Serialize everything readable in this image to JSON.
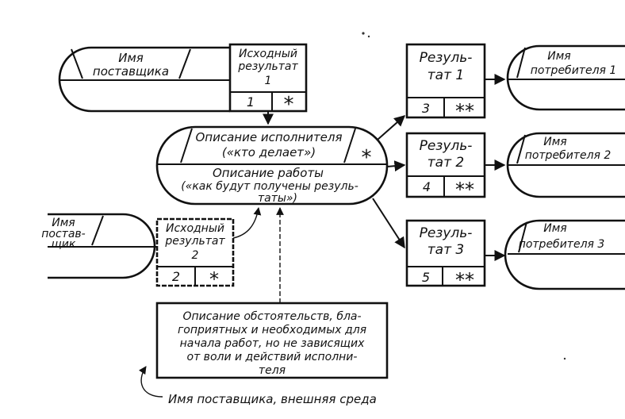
{
  "supplier_1": {
    "line1": "Имя",
    "line2": "поставщика"
  },
  "supplier_2": {
    "line1": "Имя",
    "line2": "постав-",
    "line3": "щик"
  },
  "input_1": {
    "line1": "Исходный",
    "line2": "результат",
    "line3": "1",
    "number": "1",
    "mark": "*"
  },
  "input_2": {
    "line1": "Исходный",
    "line2": "результат",
    "line3": "2",
    "number": "2",
    "mark": "*"
  },
  "process": {
    "performer_line1": "Описание исполнителя",
    "performer_line2": "(«кто делает»)",
    "performer_mark": "*",
    "work_line1": "Описание работы",
    "work_line2": "(«как будут получены резуль-",
    "work_line3": "таты»)"
  },
  "result_1": {
    "line1": "Резуль-",
    "line2": "тат 1",
    "number": "3",
    "mark": "**"
  },
  "result_2": {
    "line1": "Резуль-",
    "line2": "тат 2",
    "number": "4",
    "mark": "**"
  },
  "result_3": {
    "line1": "Резуль-",
    "line2": "тат 3",
    "number": "5",
    "mark": "**"
  },
  "consumer_1": {
    "line1": "Имя",
    "line2": "потребителя 1"
  },
  "consumer_2": {
    "line1": "Имя",
    "line2": "потребителя 2"
  },
  "consumer_3": {
    "line1": "Имя",
    "line2": "потребителя 3"
  },
  "conditions": {
    "line1": "Описание обстоятельств, бла-",
    "line2": "гоприятных и необходимых для",
    "line3": "начала работ, но не зависящих",
    "line4": "от воли и действий исполни-",
    "line5": "теля"
  },
  "footer_label": "Имя поставщика, внешняя среда"
}
